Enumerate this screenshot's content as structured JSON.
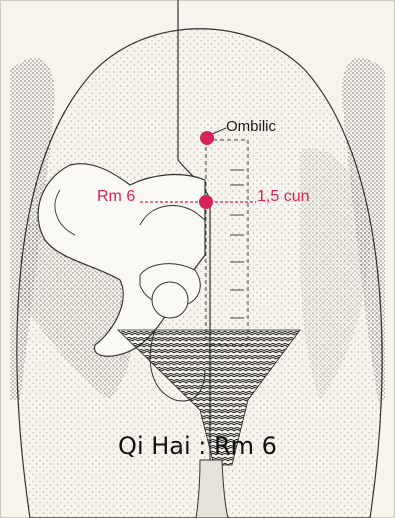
{
  "labels": {
    "ombilic": "Ombilic",
    "point": "Rm 6",
    "distance": "1,5 cun"
  },
  "caption": "Qi Hai : Rm 6",
  "colors": {
    "point": "#d8235a",
    "ink": "#2a2a2a",
    "background": "#f7f4ee"
  }
}
